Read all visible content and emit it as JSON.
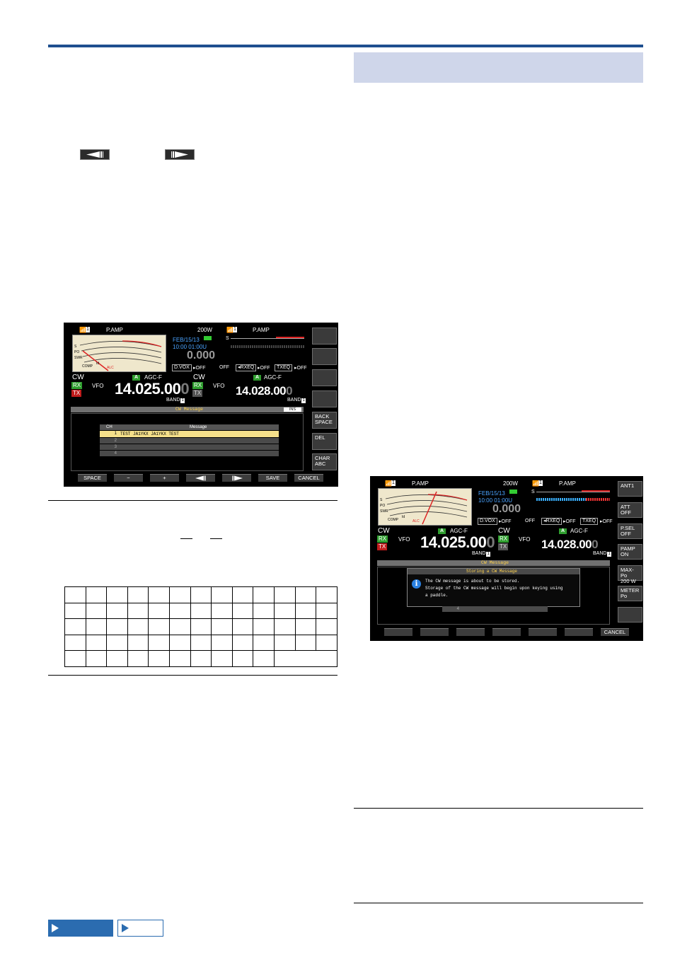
{
  "screen1": {
    "top_left": {
      "ant": "1",
      "pamp": "P.AMP",
      "power": "200W"
    },
    "top_right": {
      "ant": "1",
      "pamp": "P.AMP"
    },
    "meter_labels": [
      "S",
      "PO",
      "SWR",
      "COMP",
      "Id"
    ],
    "alc": "ALC",
    "date": "FEB/15/13",
    "time": "10:00 01:00U",
    "rit": "0.000",
    "dvox": "D.VOX",
    "dvox_val": "OFF",
    "off": "OFF",
    "rxeq": "RXEQ",
    "rxeq_val": "OFF",
    "txeq": "TXEQ",
    "txeq_val": "OFF",
    "mode_a": "CW",
    "rx": "RX",
    "tx": "TX",
    "vfo": "VFO",
    "a": "A",
    "agc_a": "AGC-F",
    "freq_a": "14.025.00",
    "freq_a_dim": "0",
    "band_a": "BAND",
    "band_a_num": "1",
    "mode_b": "CW",
    "agc_b": "AGC-F",
    "freq_b": "14.028.00",
    "freq_b_dim": "0",
    "band_b": "BAND",
    "band_b_num": "1",
    "panel_title": "CW Message",
    "ins": "INS",
    "col_ch": "CH",
    "col_message": "Message",
    "rows": [
      {
        "ch": "1",
        "message": "TEST JA1YKX JA1YKX TEST"
      },
      {
        "ch": "2",
        "message": ""
      },
      {
        "ch": "3",
        "message": ""
      },
      {
        "ch": "4",
        "message": ""
      }
    ],
    "side_keys": [
      "",
      "",
      "",
      "",
      "BACK\nSPACE",
      "DEL",
      "CHAR\nABC"
    ],
    "soft_keys": [
      "SPACE",
      "−",
      "+",
      "",
      "",
      "SAVE",
      "CANCEL"
    ]
  },
  "screen2": {
    "side_keys": [
      "ANT1",
      "ATT\nOFF",
      "P.SEL\nOFF",
      "PAMP\nON",
      "MAX-Po\n200 W",
      "METER\nPo",
      ""
    ],
    "panel_title": "CW Message",
    "dialog_title": "Storing a CW Message",
    "dialog_text": "The CW message is about to be stored.\nStorage of the CW message will begin upon keying using\na paddle.",
    "dialog_row": "4",
    "soft_keys": [
      "",
      "",
      "",
      "",
      "",
      "",
      "CANCEL"
    ]
  }
}
